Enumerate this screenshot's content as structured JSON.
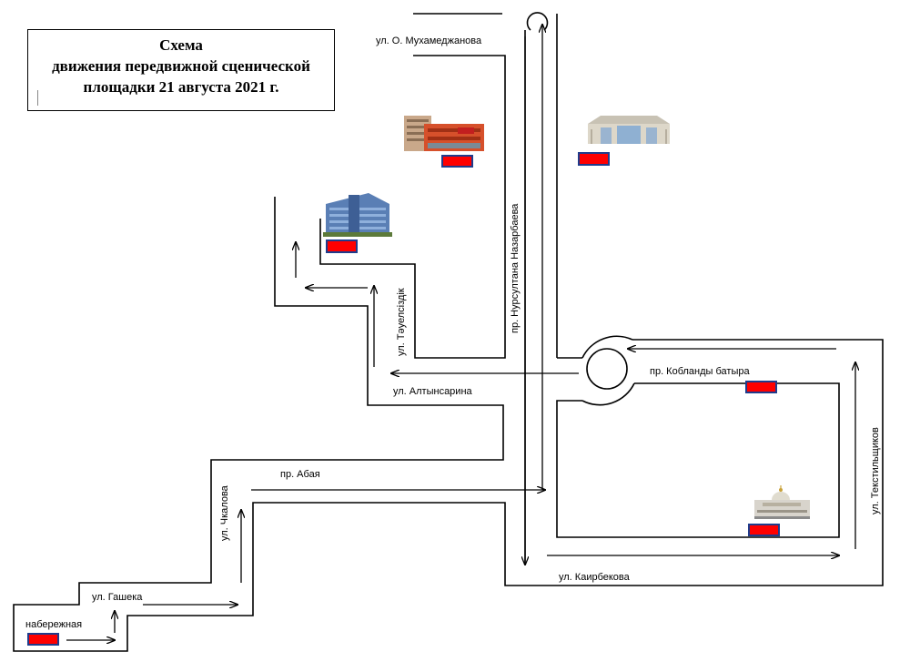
{
  "title": {
    "line1": "Схема",
    "line2": "движения передвижной сценической",
    "line3": "площадки 21 августа 2021 г."
  },
  "streets": {
    "mukhamedzhanova": "ул. О. Мухамеджанова",
    "nazarbaeva": "пр. Нурсултана Назарбаева",
    "tauelsizdik": "ул. Тәуелсіздік",
    "altynsarina": "ул. Алтынсарина",
    "kobylandy": "пр. Кобланды батыра",
    "abaya": "пр. Абая",
    "chkalova": "ул. Чкалова",
    "gasheka": "ул. Гашека",
    "naberezhnaya": "набережная",
    "kairbekova": "ул. Каирбекова",
    "tekstilshchikov": "ул. Текстильщиков"
  },
  "colors": {
    "road": "#000000",
    "stop_fill": "#ff0000",
    "stop_border": "#1f3c8c"
  },
  "stops": [
    {
      "name": "stop-naberezhnaya"
    },
    {
      "name": "stop-office-building"
    },
    {
      "name": "stop-mall-building"
    },
    {
      "name": "stop-theater-building"
    },
    {
      "name": "stop-kobylandy"
    },
    {
      "name": "stop-mosque-building"
    }
  ]
}
